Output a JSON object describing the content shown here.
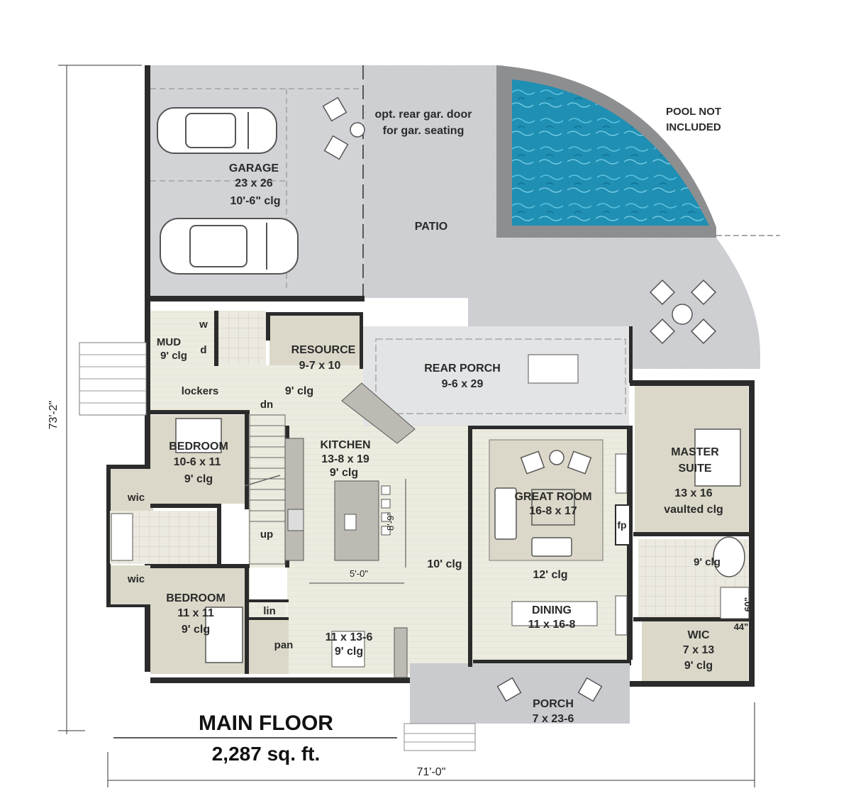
{
  "title": "MAIN FLOOR",
  "area": "2,287 sq. ft.",
  "dimensions": {
    "width": "71'-0\"",
    "depth": "73'-2\""
  },
  "rooms": {
    "garage": {
      "name": "GARAGE",
      "size": "23 x 26",
      "ceiling": "10'-6\" clg"
    },
    "garage_note": {
      "line1": "opt. rear gar. door",
      "line2": "for gar. seating"
    },
    "patio": {
      "name": "PATIO"
    },
    "pool": {
      "line1": "POOL NOT",
      "line2": "INCLUDED"
    },
    "mud": {
      "name": "MUD",
      "ceiling": "9' clg",
      "w": "w",
      "d": "d"
    },
    "resource": {
      "name": "RESOURCE",
      "size": "9-7 x 10"
    },
    "hall": {
      "ceiling": "9' clg",
      "lockers": "lockers",
      "dn": "dn",
      "up": "up"
    },
    "rear_porch": {
      "name": "REAR PORCH",
      "size": "9-6 x 29"
    },
    "bedroom1": {
      "name": "BEDROOM",
      "size": "10-6 x 11",
      "ceiling": "9' clg"
    },
    "kitchen": {
      "name": "KITCHEN",
      "size": "13-8 x 19",
      "ceiling": "9' clg",
      "island_w": "5'-0\"",
      "island_l": "8'-9\""
    },
    "great_room": {
      "name": "GREAT ROOM",
      "size": "16-8 x 17",
      "fp": "fp"
    },
    "master": {
      "line1": "MASTER",
      "line2": "SUITE",
      "size": "13 x 16",
      "ceiling": "vaulted clg"
    },
    "wic1": {
      "name": "wic"
    },
    "wic2": {
      "name": "wic"
    },
    "gallery": {
      "ceiling": "10' clg"
    },
    "living_clg": {
      "ceiling": "12' clg"
    },
    "master_bath": {
      "ceiling": "9' clg",
      "shower_w": "44\"",
      "shower_h": "60\""
    },
    "bedroom2": {
      "name": "BEDROOM",
      "size": "11 x 11",
      "ceiling": "9' clg"
    },
    "lin": {
      "name": "lin"
    },
    "pan": {
      "name": "pan"
    },
    "dining_area": {
      "size": "11 x 13-6",
      "ceiling": "9' clg"
    },
    "dining": {
      "name": "DINING",
      "size": "11 x 16-8"
    },
    "wic_master": {
      "name": "WIC",
      "size": "7 x 13",
      "ceiling": "9' clg"
    },
    "porch": {
      "name": "PORCH",
      "size": "7 x 23-6"
    }
  },
  "colors": {
    "garage_floor": "#d2d3d6",
    "patio": "#cdcfd3",
    "pool": "#1d8fb0",
    "wall": "#2b2b2b",
    "wood": "#ecebdf",
    "carpet": "#dcd8c9",
    "tile": "#ece9e0",
    "porch": "#c9cbcf"
  }
}
